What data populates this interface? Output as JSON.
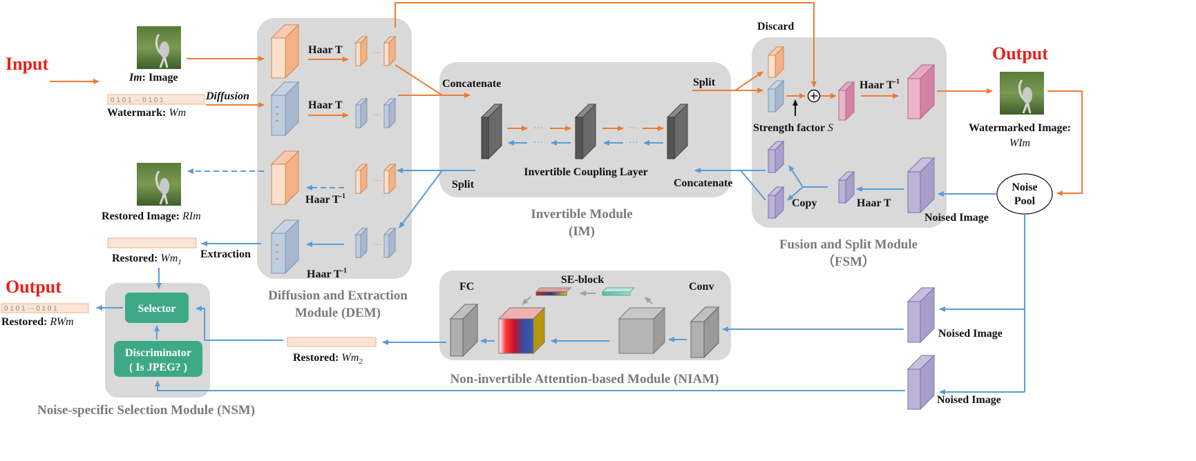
{
  "labels": {
    "input": "Input",
    "output_top": "Output",
    "output_left": "Output",
    "im_image_it": "Im",
    "im_image_rest": ": Image",
    "watermark_prefix": "Watermark: ",
    "watermark_it": "Wm",
    "diffusion": "Diffusion",
    "haar_t_1": "Haar T",
    "haar_t_2": "Haar T",
    "haar_tinv_1": "Haar T",
    "haar_tinv_2": "Haar T",
    "haar_tinv_fsm": "Haar T",
    "haar_t_fsm": "Haar T",
    "inv_sup": "-1",
    "restored_image_prefix": "Restored Image: ",
    "restored_image_it": "RIm",
    "restored_wm1_prefix": "Restored: ",
    "restored_wm1_it": "Wm",
    "restored_wm1_sub": "1",
    "extraction": "Extraction",
    "dem_title_1": "Diffusion and Extraction",
    "dem_title_2": "Module (DEM)",
    "concatenate_top": "Concatenate",
    "split_top": "Split",
    "split_bottom": "Split",
    "concatenate_bottom": "Concatenate",
    "coupling_layer": "Invertible Coupling Layer",
    "im_title_1": "Invertible Module",
    "im_title_2": "(IM)",
    "discard": "Discard",
    "strength_factor": "Strength factor ",
    "strength_it": "S",
    "copy": "Copy",
    "noised_image_fsm": "Noised Image",
    "fsm_title_1": "Fusion and Split Module",
    "fsm_title_2": "（FSM）",
    "watermarked_image": "Watermarked Image:",
    "watermarked_it": "WIm",
    "noise_pool_1": "Noise",
    "noise_pool_2": "Pool",
    "noised_image_mid": "Noised Image",
    "noised_image_bottom": "Noised Image",
    "fc": "FC",
    "se_block": "SE-block",
    "conv": "Conv",
    "restored_wm2_prefix": "Restored: ",
    "restored_wm2_it": "Wm",
    "restored_wm2_sub": "2",
    "niam_title": "Non-invertible Attention-based Module (NIAM)",
    "selector": "Selector",
    "discriminator_1": "Discriminator",
    "discriminator_2": "( Is JPEG? )",
    "restored_rwm_prefix": "Restored: ",
    "restored_rwm_it": "RWm",
    "nsm_title": "Noise-specific Selection Module (NSM)",
    "bits_watermark": "0 1 0 1 ··· 0 1 0 1",
    "bits_rwm": "0 1 0 1 ··· 0 1 0 1"
  },
  "colors": {
    "orange": "#ed7d31",
    "blue": "#5b9bd5",
    "module_bg": "#d9d9d9",
    "green_box": "#3da986",
    "red_text": "#e8201c",
    "grey_text": "#7a7a7a"
  }
}
